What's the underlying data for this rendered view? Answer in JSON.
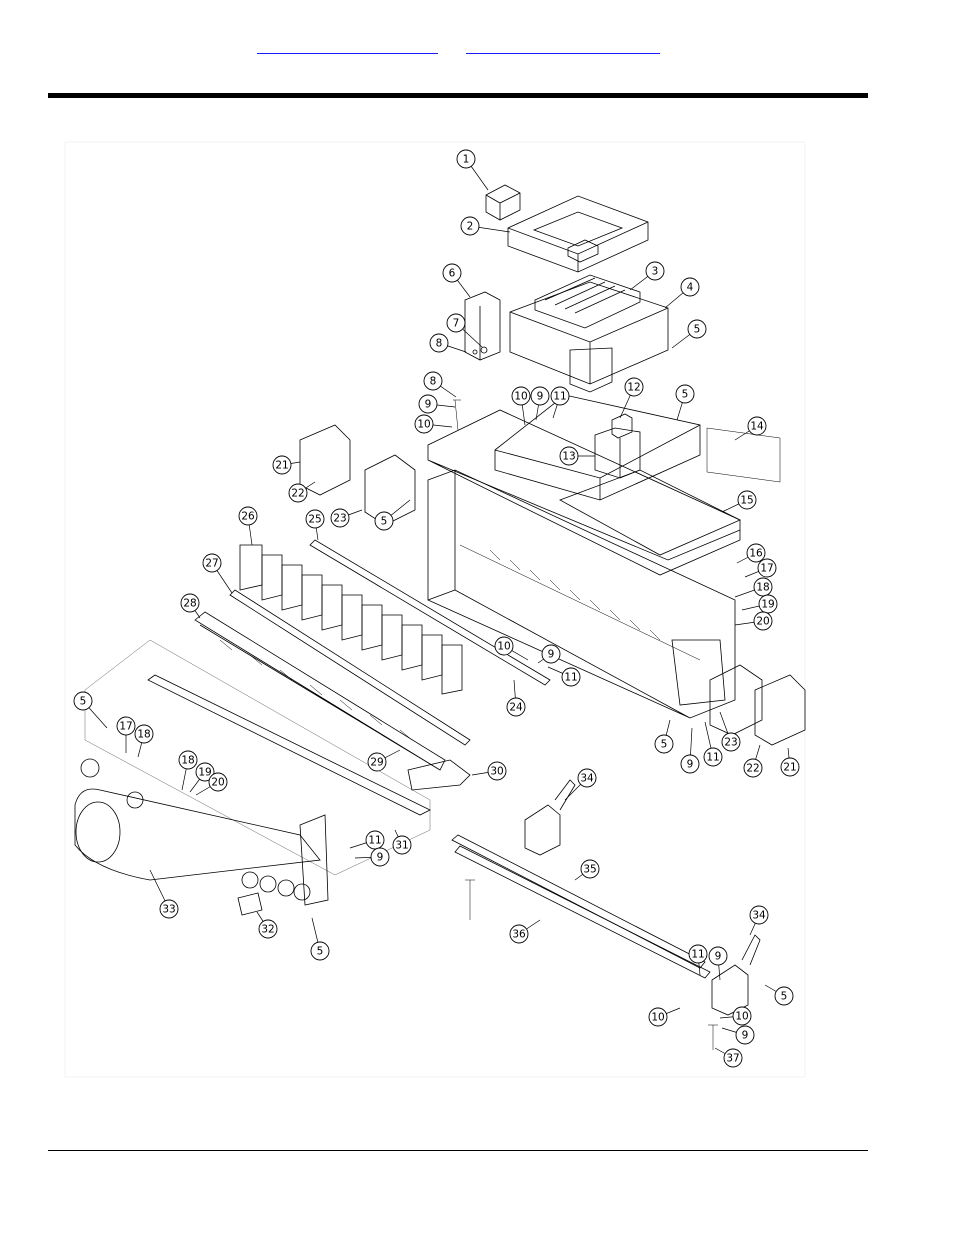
{
  "header": {
    "links": [
      "",
      ""
    ]
  },
  "diagram": {
    "callouts": [
      "1",
      "2",
      "3",
      "4",
      "5",
      "6",
      "7",
      "8",
      "8",
      "9",
      "10",
      "9",
      "10",
      "11",
      "5",
      "12",
      "13",
      "14",
      "15",
      "16",
      "17",
      "18",
      "19",
      "20",
      "21",
      "22",
      "23",
      "5",
      "25",
      "26",
      "27",
      "28",
      "10",
      "9",
      "11",
      "24",
      "5",
      "9",
      "11",
      "23",
      "22",
      "21",
      "5",
      "17",
      "18",
      "18",
      "19",
      "20",
      "29",
      "30",
      "31",
      "11",
      "9",
      "33",
      "32",
      "5",
      "34",
      "35",
      "36",
      "34",
      "11",
      "9",
      "5",
      "10",
      "10",
      "9",
      "37"
    ]
  }
}
